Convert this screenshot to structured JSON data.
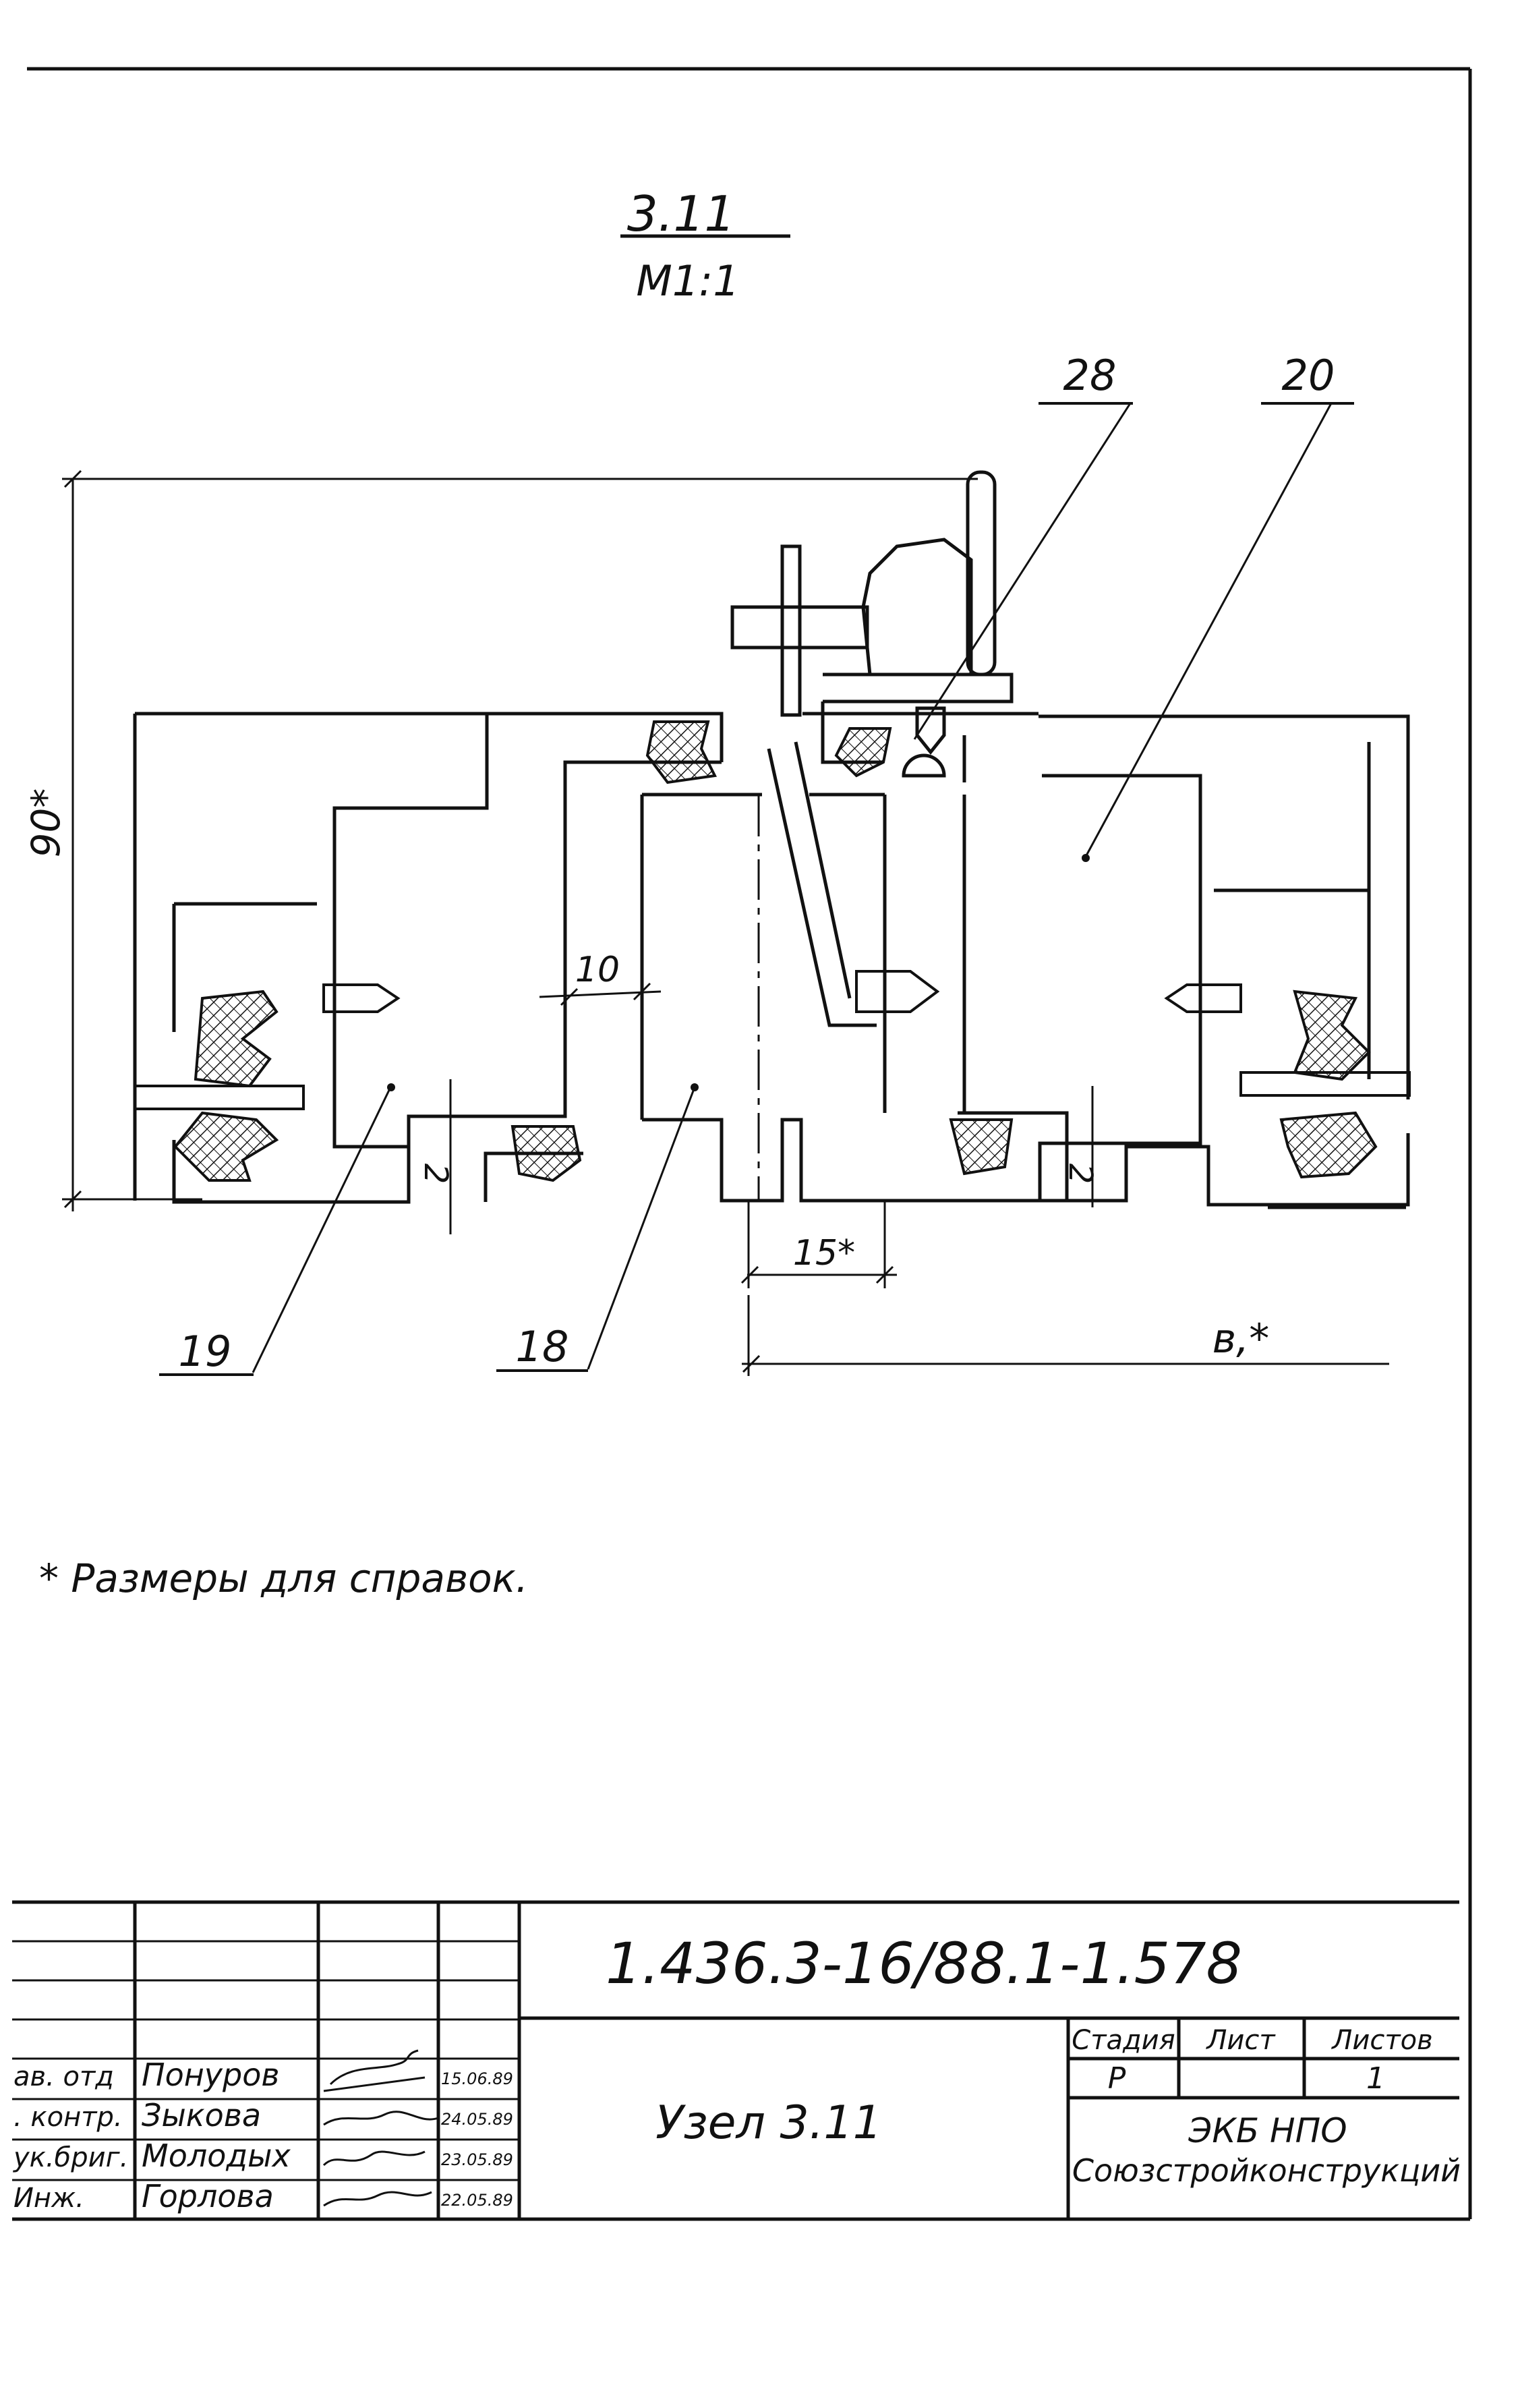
{
  "drawing": {
    "section_number": "3.11",
    "scale": "М1:1",
    "callouts": [
      "28",
      "20",
      "19",
      "18"
    ],
    "dimensions": {
      "height": "90*",
      "gap_10": "10",
      "gap_left": "2",
      "gap_right": "2",
      "offset": "15*",
      "width": "в,*"
    },
    "note": "* Размеры для справок."
  },
  "title_block": {
    "doc_number": "1.436.3-16/88.1-1.578",
    "title": "Узел 3.11",
    "headers": {
      "stage": "Стадия",
      "sheet": "Лист",
      "sheets": "Листов"
    },
    "values": {
      "stage": "Р",
      "sheet": "",
      "sheets": "1"
    },
    "organization_line1": "ЭКБ НПО",
    "organization_line2": "Союзстройконструкций",
    "people": [
      {
        "role": "ав. отд",
        "name": "Понуров",
        "date": "15.06.89"
      },
      {
        "role": ". контр.",
        "name": "Зыкова",
        "date": "24.05.89"
      },
      {
        "role": "ук.бриг.",
        "name": "Молодых",
        "date": "23.05.89"
      },
      {
        "role": "Инж.",
        "name": "Горлова",
        "date": "22.05.89"
      }
    ]
  }
}
